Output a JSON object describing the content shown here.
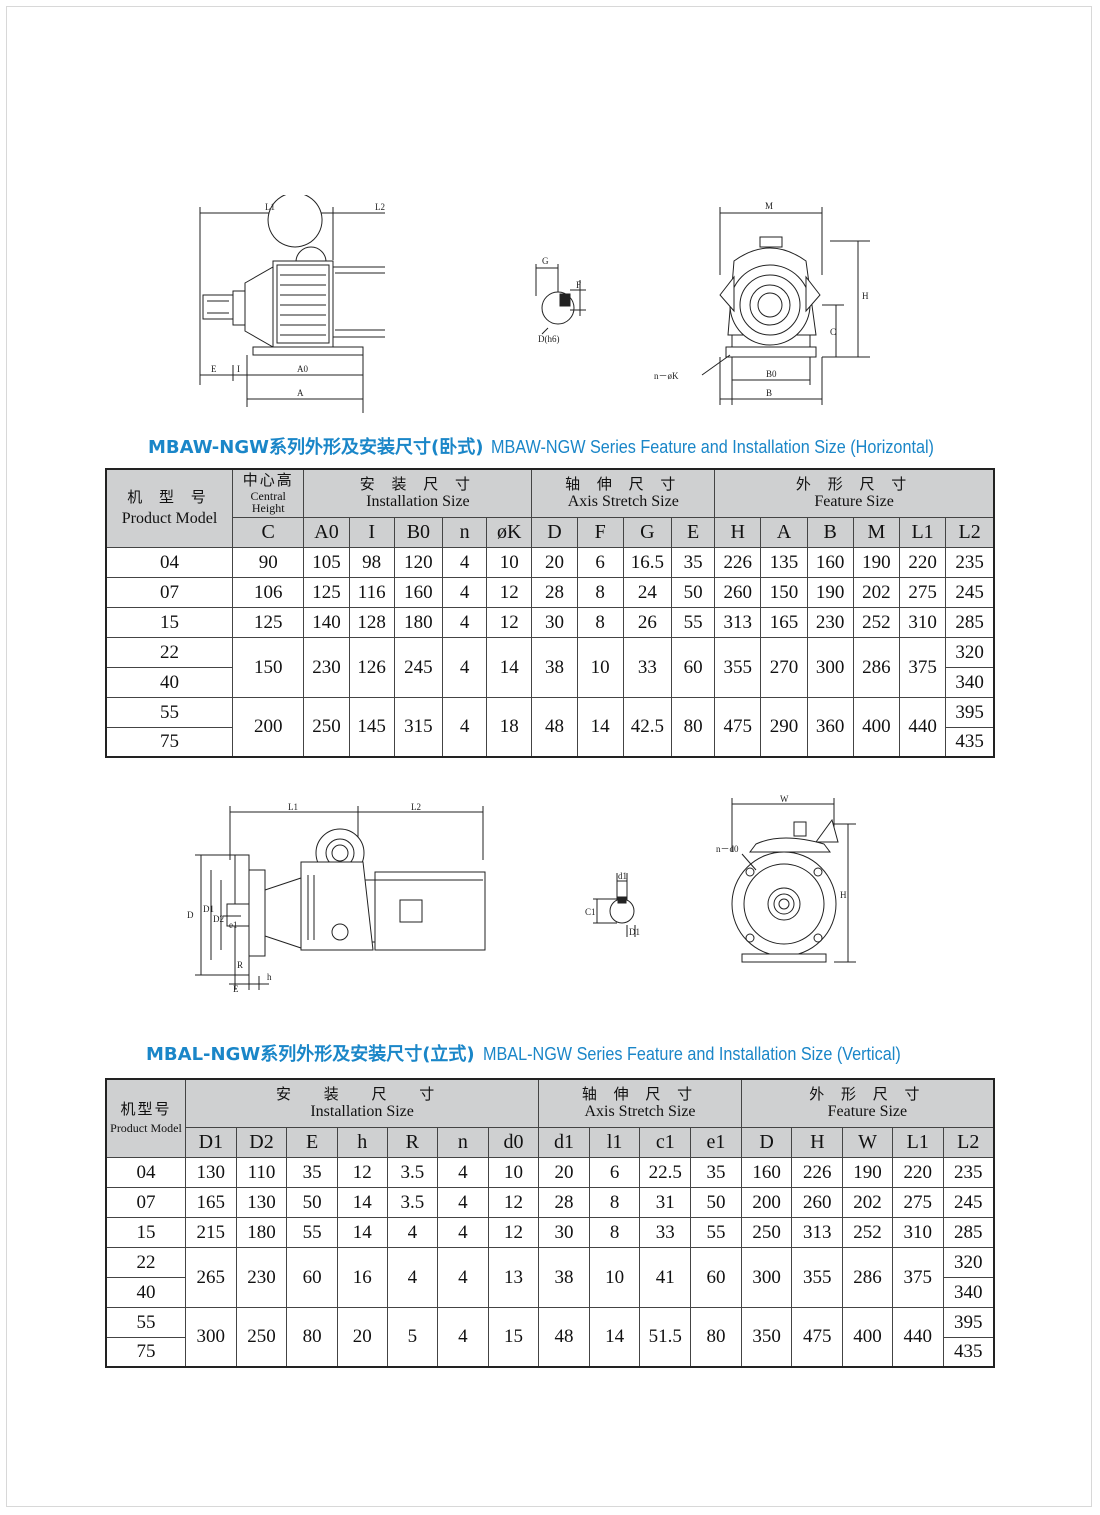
{
  "horizontal": {
    "title_cn": "MBAW-NGW系列外形及安装尺寸(卧式)",
    "title_en": "MBAW-NGW Series Feature and Installation Size (Horizontal)",
    "drawing_labels": {
      "l1": "L1",
      "l2": "L2",
      "e": "E",
      "i": "I",
      "a0": "A0",
      "a": "A",
      "g": "G",
      "f": "F",
      "d_h6": "D(h6)",
      "m": "M",
      "h": "H",
      "c": "C",
      "n_k": "n－øK",
      "b0": "B0",
      "b": "B"
    },
    "headers": {
      "model_cn": "机 型 号",
      "model_en": "Product Model",
      "central_cn": "中心高",
      "central_en": "Central Height",
      "install_cn": "安 装 尺 寸",
      "install_en": "Installation Size",
      "axis_cn": "轴 伸 尺 寸",
      "axis_en": "Axis Stretch Size",
      "feature_cn": "外 形 尺 寸",
      "feature_en": "Feature Size",
      "cols": [
        "C",
        "A0",
        "I",
        "B0",
        "n",
        "øK",
        "D",
        "F",
        "G",
        "E",
        "H",
        "A",
        "B",
        "M",
        "L1",
        "L2"
      ]
    },
    "rows": [
      {
        "model": "04",
        "v": [
          "90",
          "105",
          "98",
          "120",
          "4",
          "10",
          "20",
          "6",
          "16.5",
          "35",
          "226",
          "135",
          "160",
          "190",
          "220",
          "235"
        ]
      },
      {
        "model": "07",
        "v": [
          "106",
          "125",
          "116",
          "160",
          "4",
          "12",
          "28",
          "8",
          "24",
          "50",
          "260",
          "150",
          "190",
          "202",
          "275",
          "245"
        ]
      },
      {
        "model": "15",
        "v": [
          "125",
          "140",
          "128",
          "180",
          "4",
          "12",
          "30",
          "8",
          "26",
          "55",
          "313",
          "165",
          "230",
          "252",
          "310",
          "285"
        ]
      }
    ],
    "groups": [
      {
        "models": [
          "22",
          "40"
        ],
        "v": [
          "150",
          "230",
          "126",
          "245",
          "4",
          "14",
          "38",
          "10",
          "33",
          "60",
          "355",
          "270",
          "300",
          "286",
          "375"
        ],
        "l2": [
          "320",
          "340"
        ]
      },
      {
        "models": [
          "55",
          "75"
        ],
        "v": [
          "200",
          "250",
          "145",
          "315",
          "4",
          "18",
          "48",
          "14",
          "42.5",
          "80",
          "475",
          "290",
          "360",
          "400",
          "440"
        ],
        "l2": [
          "395",
          "435"
        ]
      }
    ]
  },
  "vertical": {
    "title_cn": "MBAL-NGW系列外形及安装尺寸(立式)",
    "title_en": "MBAL-NGW Series Feature and Installation Size (Vertical)",
    "drawing_labels": {
      "l1": "L1",
      "l2": "L2",
      "d": "D",
      "d1": "D1",
      "d2": "D2",
      "e1": "e1",
      "r": "R",
      "e": "E",
      "h": "h",
      "sd1": "d1",
      "c1": "C1",
      "sD1": "D1",
      "w": "W",
      "n_d0": "n－d0",
      "hh": "H"
    },
    "headers": {
      "model_cn": "机型号",
      "model_en": "Product Model",
      "install_cn": "安 装 尺 寸",
      "install_en": "Installation Size",
      "axis_cn": "轴 伸 尺 寸",
      "axis_en": "Axis Stretch Size",
      "feature_cn": "外 形 尺 寸",
      "feature_en": "Feature Size",
      "cols": [
        "D1",
        "D2",
        "E",
        "h",
        "R",
        "n",
        "d0",
        "d1",
        "l1",
        "c1",
        "e1",
        "D",
        "H",
        "W",
        "L1",
        "L2"
      ]
    },
    "rows": [
      {
        "model": "04",
        "v": [
          "130",
          "110",
          "35",
          "12",
          "3.5",
          "4",
          "10",
          "20",
          "6",
          "22.5",
          "35",
          "160",
          "226",
          "190",
          "220",
          "235"
        ]
      },
      {
        "model": "07",
        "v": [
          "165",
          "130",
          "50",
          "14",
          "3.5",
          "4",
          "12",
          "28",
          "8",
          "31",
          "50",
          "200",
          "260",
          "202",
          "275",
          "245"
        ]
      },
      {
        "model": "15",
        "v": [
          "215",
          "180",
          "55",
          "14",
          "4",
          "4",
          "12",
          "30",
          "8",
          "33",
          "55",
          "250",
          "313",
          "252",
          "310",
          "285"
        ]
      }
    ],
    "groups": [
      {
        "models": [
          "22",
          "40"
        ],
        "v": [
          "265",
          "230",
          "60",
          "16",
          "4",
          "4",
          "13",
          "38",
          "10",
          "41",
          "60",
          "300",
          "355",
          "286",
          "375"
        ],
        "l2": [
          "320",
          "340"
        ]
      },
      {
        "models": [
          "55",
          "75"
        ],
        "v": [
          "300",
          "250",
          "80",
          "20",
          "5",
          "4",
          "15",
          "48",
          "14",
          "51.5",
          "80",
          "350",
          "475",
          "400",
          "440"
        ],
        "l2": [
          "395",
          "435"
        ]
      }
    ]
  }
}
